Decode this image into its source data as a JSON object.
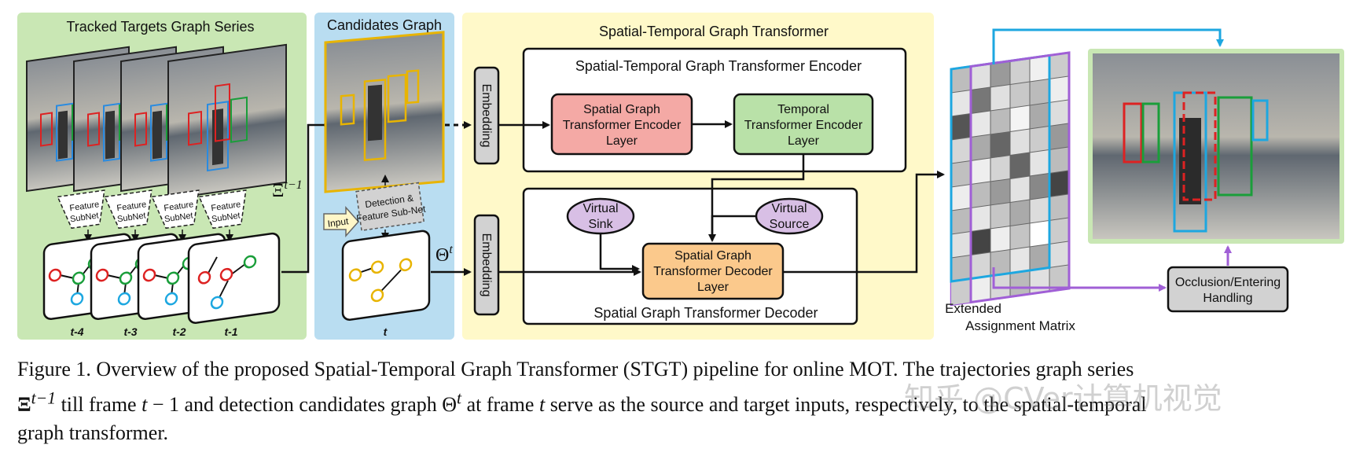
{
  "figure": {
    "panels": {
      "tracked": "Tracked Targets Graph Series",
      "candidates": "Candidates Graph",
      "stgt": "Spatial-Temporal Graph Transformer"
    },
    "feature_subnet": "Feature SubNet",
    "feature_subnet_l1": "Feature",
    "feature_subnet_l2": "SubNet",
    "frame_labels": [
      "t-4",
      "t-3",
      "t-2",
      "t-1"
    ],
    "candidate_frame": "t",
    "xi_symbol": "Ξ",
    "xi_sup": "t−1",
    "theta_symbol": "Θ",
    "theta_sup": "t",
    "input_label": "Input",
    "detection_l1": "Detection &",
    "detection_l2": "Feature Sub-Net",
    "embedding": "Embedding",
    "encoder_title": "Spatial-Temporal Graph Transformer Encoder",
    "spatial_enc": [
      "Spatial Graph",
      "Transformer Encoder",
      "Layer"
    ],
    "temporal_enc": [
      "Temporal",
      "Transformer Encoder",
      "Layer"
    ],
    "decoder_title": "Spatial Graph Transformer Decoder",
    "virtual_sink": [
      "Virtual",
      "Sink"
    ],
    "virtual_source": [
      "Virtual",
      "Source"
    ],
    "spatial_dec": [
      "Spatial Graph",
      "Transformer Decoder",
      "Layer"
    ],
    "matrix_label": [
      "Extended",
      "Assignment Matrix"
    ],
    "occlusion": [
      "Occlusion/Entering",
      "Handling"
    ],
    "colors": {
      "green_panel": "#c9e7b4",
      "blue_panel": "#b9ddf1",
      "yellow_panel": "#fff9c9",
      "spatial_enc": "#f4a9a5",
      "temporal_enc": "#b9e1a8",
      "spatial_dec": "#fbc98c",
      "virtual_node": "#d8bfe5",
      "gray_box": "#d2d2d2",
      "cyan_arrow": "#1da7e0",
      "purple_arrow": "#a05fd6"
    }
  },
  "caption": {
    "line1": "Figure 1. Overview of the proposed Spatial-Temporal Graph Transformer (STGT) pipeline for online MOT. The trajectories graph series",
    "line2_a": "Ξ",
    "line2_a_sup": "t−1",
    "line2_b": " till frame ",
    "line2_t1": "t",
    "line2_c": " − 1 and detection candidates graph Θ",
    "line2_c_sup": "t",
    "line2_d": " at frame ",
    "line2_t2": "t",
    "line2_e": " serve as the source and target inputs, respectively, to the spatial-temporal",
    "line3": "graph transformer."
  },
  "watermark": "知乎 @CVer计算机视觉"
}
